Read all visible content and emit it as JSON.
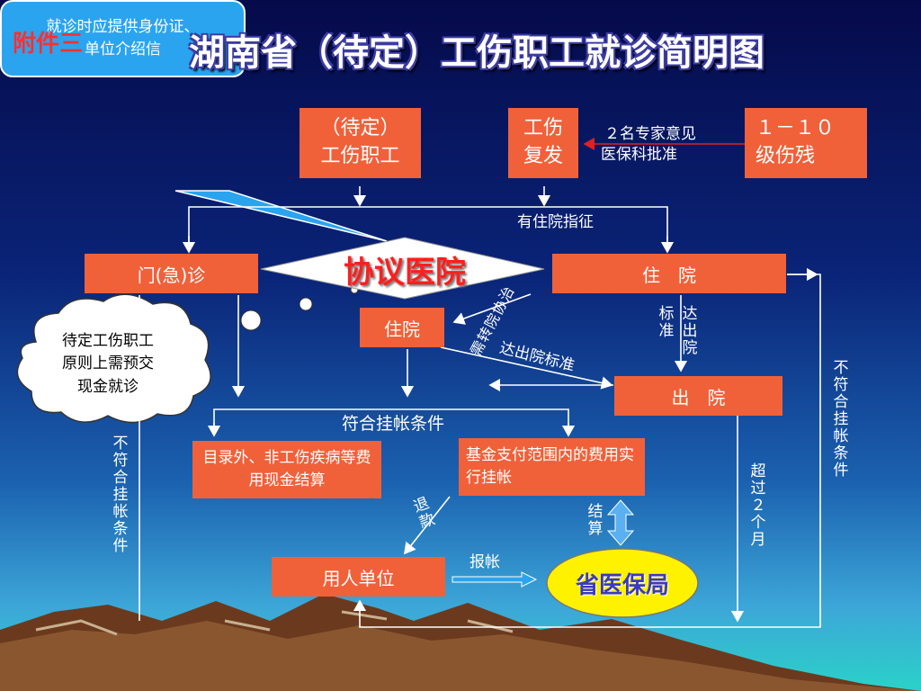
{
  "corner_label": "附件三",
  "title": "湖南省（待定）工伤职工就诊简明图",
  "callout": {
    "line1": "就诊时应提供身份证、",
    "line2": "单位介绍信"
  },
  "cloud": {
    "line1": "待定工伤职工",
    "line2": "原则上需预交",
    "line3": "现金就诊"
  },
  "boxes": {
    "pending_worker": {
      "line1": "（待定）",
      "line2": "工伤职工"
    },
    "relapse": {
      "line1": "工伤",
      "line2": "复发"
    },
    "disability": {
      "line1": "１－１０",
      "line2": "级伤残"
    },
    "outpatient": "门(急)诊",
    "inpatient_main": "住　院",
    "inpatient_small": "住院",
    "discharge": "出　院",
    "out_of_list": "目录外、非工伤疾病等费用现金结算",
    "fund_range": "基金支付范围内的费用实行挂帐",
    "employer": "用人单位"
  },
  "diamond": "协议医院",
  "oval": "省医保局",
  "labels": {
    "expert_line1": "２名专家意见",
    "expert_line2": "医保科批准",
    "hospital_indication": "有住院指征",
    "need_transfer": "需转院协治",
    "discharge_standard": "达出院标准",
    "meets_standard_left": "标准",
    "meets_standard_right": "达出院",
    "meets_conditions": "符合挂帐条件",
    "not_meet_left": "不符合挂帐条件",
    "not_meet_right": "不符合挂帐条件",
    "over_two_months": "超过２个月",
    "refund": "退款",
    "settlement": "结算",
    "reimburse": "报帐"
  },
  "colors": {
    "box": "#f0613a",
    "callout": "#2aa4ef",
    "oval": "#fff200",
    "title_red": "#ff3030"
  }
}
